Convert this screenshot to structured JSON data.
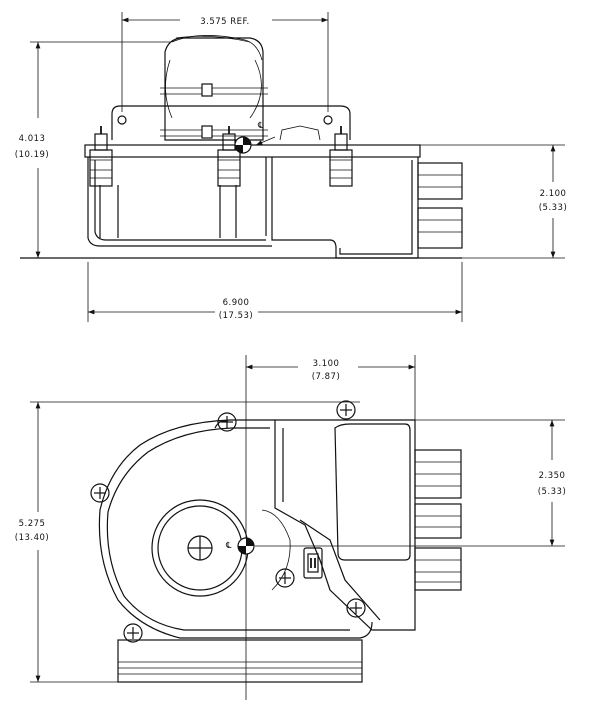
{
  "drawing": {
    "top_view": {
      "ref_width": "3.575 REF.",
      "height_in": "4.013",
      "height_cm": "(10.19)",
      "right_height_in": "2.100",
      "right_height_cm": "(5.33)",
      "overall_width_in": "6.900",
      "overall_width_cm": "(17.53)",
      "centerline_symbol": "℄"
    },
    "bottom_view": {
      "offset_in": "3.100",
      "offset_cm": "(7.87)",
      "right_height_in": "2.350",
      "right_height_cm": "(5.33)",
      "height_in": "5.275",
      "height_cm": "(13.40)",
      "centerline_symbol": "℄"
    }
  }
}
